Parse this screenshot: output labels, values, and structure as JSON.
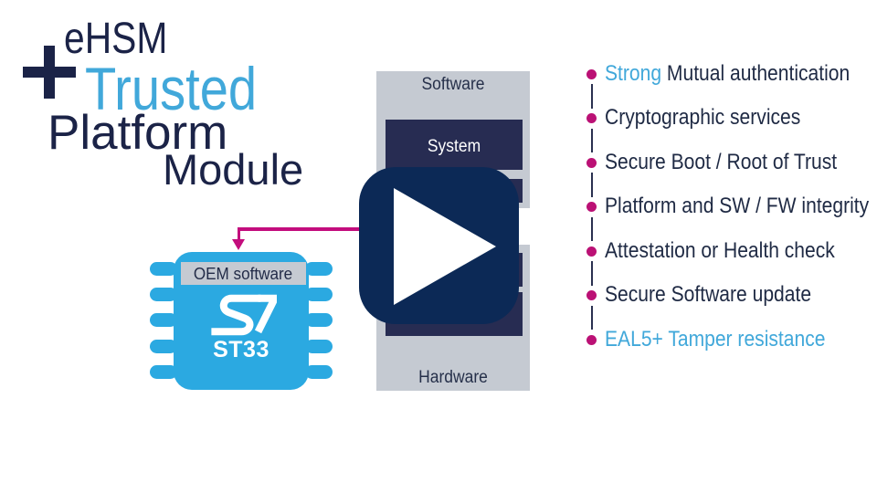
{
  "colors": {
    "navy": "#1B2347",
    "accent_blue": "#41A8DA",
    "magenta": "#C30D7D",
    "chip_blue": "#2BA9E1",
    "panel_gray": "#C5CAD2",
    "box_navy": "#272C52",
    "play_navy": "#0C2956"
  },
  "title": {
    "plus": "+",
    "line1": "eHSM",
    "line2": "Trusted",
    "line3": "Platform",
    "line4": "Module"
  },
  "stack": {
    "top_label": "Software",
    "system_label": "System",
    "bottom_label": "Hardware"
  },
  "chip": {
    "bar_label": "OEM software",
    "part_number": "ST33",
    "logo": "st-logo"
  },
  "player": {
    "icon": "play-triangle"
  },
  "features": {
    "items": [
      {
        "highlight": "Strong",
        "text": " Mutual authentication"
      },
      {
        "highlight": "",
        "text": "Cryptographic services"
      },
      {
        "highlight": "",
        "text": "Secure Boot / Root of Trust"
      },
      {
        "highlight": "",
        "text": "Platform and SW / FW integrity"
      },
      {
        "highlight": "",
        "text": "Attestation or Health check"
      },
      {
        "highlight": "",
        "text": "Secure Software update"
      },
      {
        "highlight": "",
        "text": "EAL5+ Tamper resistance"
      }
    ]
  }
}
